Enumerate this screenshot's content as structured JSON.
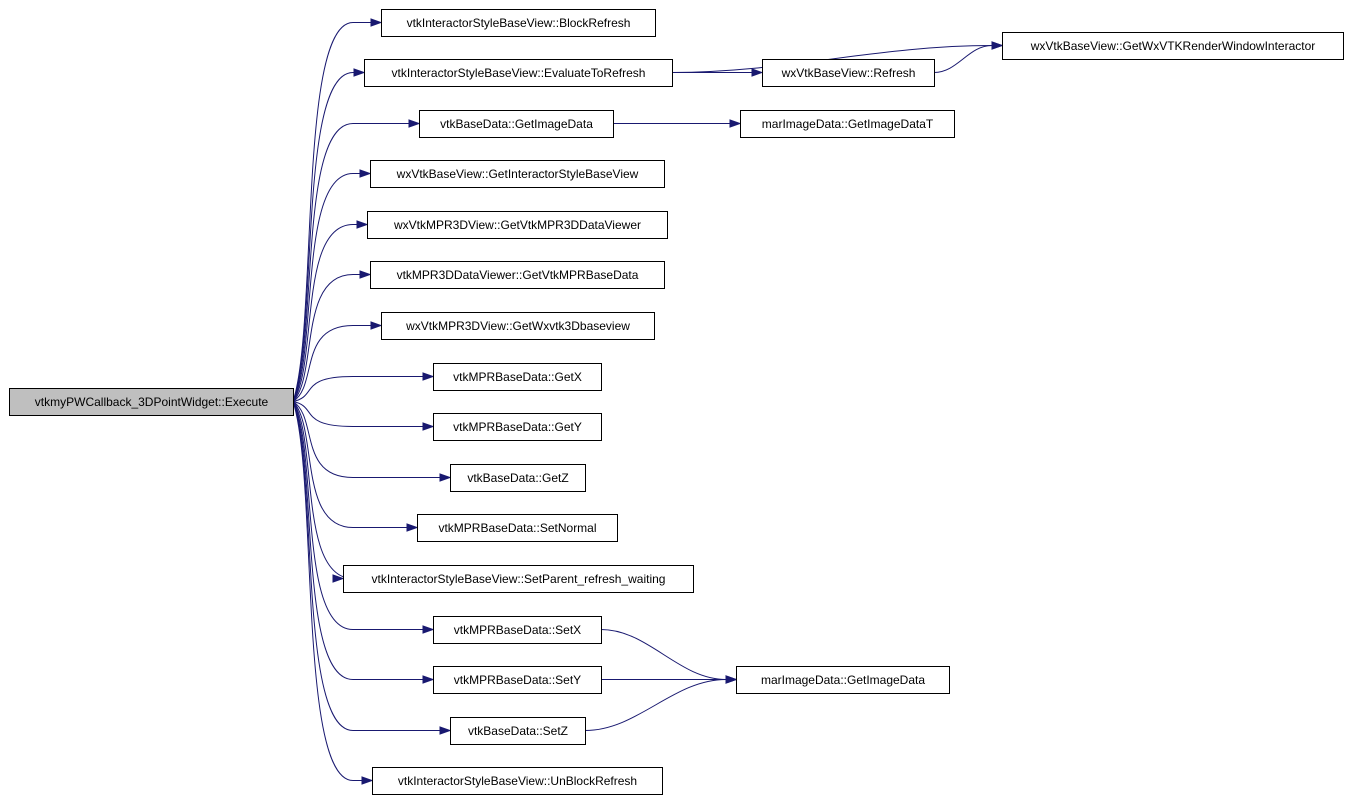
{
  "diagram": {
    "colors": {
      "edge": "#191970",
      "root_fill": "#bfbfbf",
      "node_fill": "#ffffff",
      "node_border": "#000000"
    },
    "nodes": [
      {
        "id": "execute",
        "label": "vtkmyPWCallback_3DPointWidget::Execute",
        "root": true
      },
      {
        "id": "blockrefresh",
        "label": "vtkInteractorStyleBaseView::BlockRefresh"
      },
      {
        "id": "evaluate",
        "label": "vtkInteractorStyleBaseView::EvaluateToRefresh"
      },
      {
        "id": "getimagedata",
        "label": "vtkBaseData::GetImageData"
      },
      {
        "id": "getinteractor",
        "label": "wxVtkBaseView::GetInteractorStyleBaseView"
      },
      {
        "id": "getvtkmpr3d",
        "label": "wxVtkMPR3DView::GetVtkMPR3DDataViewer"
      },
      {
        "id": "getvtkmprbase",
        "label": "vtkMPR3DDataViewer::GetVtkMPRBaseData"
      },
      {
        "id": "getwxvtk3d",
        "label": "wxVtkMPR3DView::GetWxvtk3Dbaseview"
      },
      {
        "id": "getx",
        "label": "vtkMPRBaseData::GetX"
      },
      {
        "id": "gety",
        "label": "vtkMPRBaseData::GetY"
      },
      {
        "id": "getz",
        "label": "vtkBaseData::GetZ"
      },
      {
        "id": "setnormal",
        "label": "vtkMPRBaseData::SetNormal"
      },
      {
        "id": "setparent",
        "label": "vtkInteractorStyleBaseView::SetParent_refresh_waiting"
      },
      {
        "id": "setx",
        "label": "vtkMPRBaseData::SetX"
      },
      {
        "id": "sety",
        "label": "vtkMPRBaseData::SetY"
      },
      {
        "id": "setz",
        "label": "vtkBaseData::SetZ"
      },
      {
        "id": "unblock",
        "label": "vtkInteractorStyleBaseView::UnBlockRefresh"
      },
      {
        "id": "getwxrender",
        "label": "wxVtkBaseView::GetWxVTKRenderWindowInteractor"
      },
      {
        "id": "refresh",
        "label": "wxVtkBaseView::Refresh"
      },
      {
        "id": "getimagedatat",
        "label": "marImageData::GetImageDataT"
      },
      {
        "id": "marimagedata",
        "label": "marImageData::GetImageData"
      }
    ],
    "edges": [
      {
        "from": "execute",
        "to": "blockrefresh"
      },
      {
        "from": "execute",
        "to": "evaluate"
      },
      {
        "from": "execute",
        "to": "getimagedata"
      },
      {
        "from": "execute",
        "to": "getinteractor"
      },
      {
        "from": "execute",
        "to": "getvtkmpr3d"
      },
      {
        "from": "execute",
        "to": "getvtkmprbase"
      },
      {
        "from": "execute",
        "to": "getwxvtk3d"
      },
      {
        "from": "execute",
        "to": "getx"
      },
      {
        "from": "execute",
        "to": "gety"
      },
      {
        "from": "execute",
        "to": "getz"
      },
      {
        "from": "execute",
        "to": "setnormal"
      },
      {
        "from": "execute",
        "to": "setparent"
      },
      {
        "from": "execute",
        "to": "setx"
      },
      {
        "from": "execute",
        "to": "sety"
      },
      {
        "from": "execute",
        "to": "setz"
      },
      {
        "from": "execute",
        "to": "unblock"
      },
      {
        "from": "evaluate",
        "to": "getwxrender"
      },
      {
        "from": "evaluate",
        "to": "refresh"
      },
      {
        "from": "refresh",
        "to": "getwxrender"
      },
      {
        "from": "getimagedata",
        "to": "getimagedatat"
      },
      {
        "from": "setx",
        "to": "marimagedata"
      },
      {
        "from": "sety",
        "to": "marimagedata"
      },
      {
        "from": "setz",
        "to": "marimagedata"
      }
    ]
  }
}
